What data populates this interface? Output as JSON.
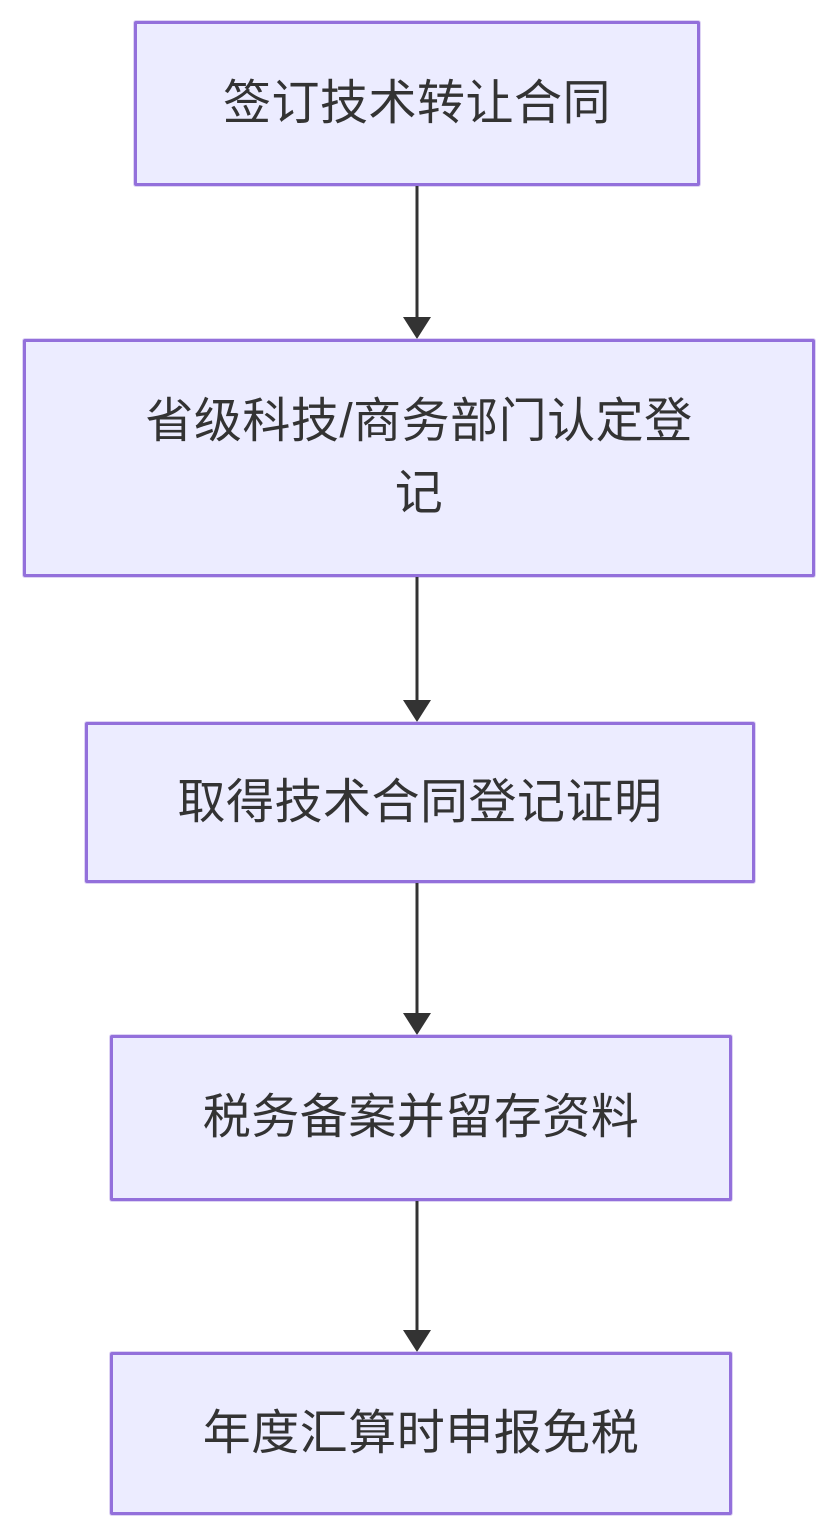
{
  "diagram": {
    "type": "flowchart",
    "direction": "top-down",
    "colors": {
      "background": "#FFFFFF",
      "node_fill": "#ECECFF",
      "node_border": "#9370DB",
      "arrow": "#333333",
      "text": "#333333"
    },
    "nodes": [
      {
        "id": "n1",
        "label": "签订技术转让合同"
      },
      {
        "id": "n2",
        "label": "省级科技/商务部门认定登记"
      },
      {
        "id": "n3",
        "label": "取得技术合同登记证明"
      },
      {
        "id": "n4",
        "label": "税务备案并留存资料"
      },
      {
        "id": "n5",
        "label": "年度汇算时申报免税"
      }
    ],
    "edges": [
      {
        "from": "n1",
        "to": "n2"
      },
      {
        "from": "n2",
        "to": "n3"
      },
      {
        "from": "n3",
        "to": "n4"
      },
      {
        "from": "n4",
        "to": "n5"
      }
    ]
  }
}
